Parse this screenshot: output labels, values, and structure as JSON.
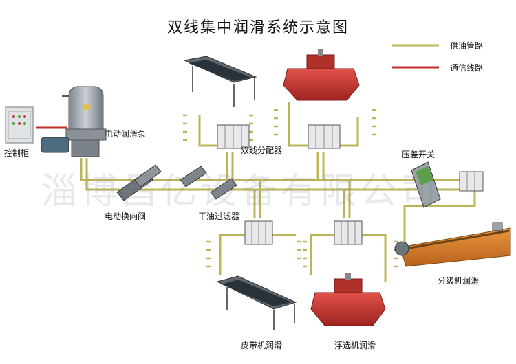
{
  "title": "双线集中润滑系统示意图",
  "legend": {
    "supply_label": "供油管路",
    "comm_label": "通信线路"
  },
  "labels": {
    "control_cabinet": "控制柜",
    "electric_pump": "电动润滑泵",
    "dual_distributor": "双线分配器",
    "pressure_switch": "压差开关",
    "reversing_valve": "电动换向阀",
    "oil_filter": "干油过滤器",
    "classifier": "分级机润滑",
    "belt_conveyor": "皮带机润滑",
    "flotation": "浮选机润滑"
  },
  "watermark": "淄博昌亿设备有限公司",
  "colors": {
    "supply_line": "#bcb45a",
    "comm_line": "#c0302a",
    "machine_red": "#c8322e",
    "classifier_orange": "#d9802c"
  }
}
